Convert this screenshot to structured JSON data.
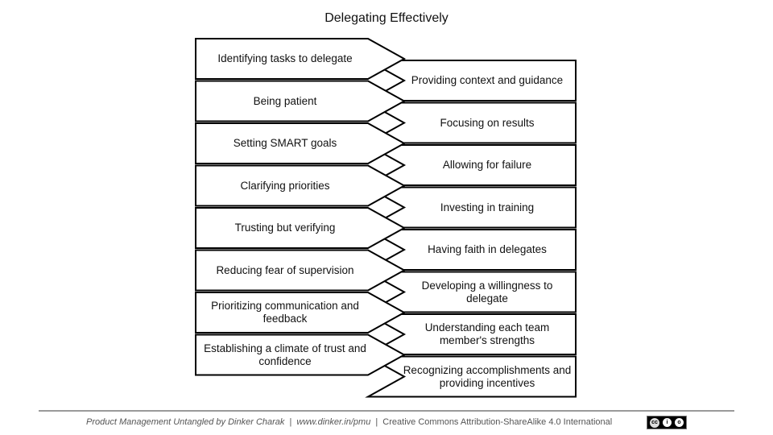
{
  "title": "Delegating Effectively",
  "left_items": [
    "Identifying tasks to delegate",
    "Being patient",
    "Setting SMART goals",
    "Clarifying priorities",
    "Trusting but verifying",
    "Reducing fear of supervision",
    "Prioritizing communication and feedback",
    "Establishing a climate of trust and confidence"
  ],
  "right_items": [
    "Providing context and guidance",
    "Focusing on results",
    "Allowing for failure",
    "Investing in training",
    "Having faith in delegates",
    "Developing a willingness to delegate",
    "Understanding each team member's strengths",
    "Recognizing accomplishments and providing incentives"
  ],
  "footer": {
    "book": "Product Management Untangled by Dinker Charak",
    "divider": "|",
    "url": "www.dinker.in/pmu",
    "license": "Creative Commons Attribution-ShareAlike 4.0 International"
  },
  "license_badge": {
    "icon": "cc-by-sa-icon",
    "glyphs": [
      "cc",
      "i",
      "o"
    ]
  }
}
